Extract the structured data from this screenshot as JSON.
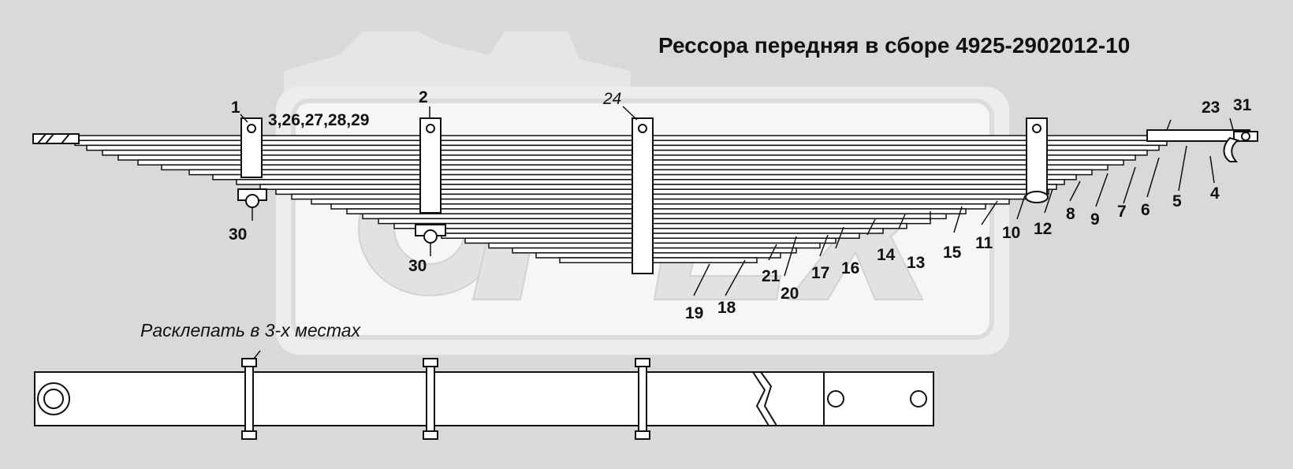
{
  "title": "Рессора передняя в сборе 4925-2902012-10",
  "note": "Расклепать в 3-х местах",
  "callouts": {
    "c1": "1",
    "c3_29": "3,26,27,28,29",
    "c2": "2",
    "c24": "24",
    "c23": "23",
    "c31": "31",
    "c4": "4",
    "c5": "5",
    "c6": "6",
    "c7": "7",
    "c9": "9",
    "c8": "8",
    "c12": "12",
    "c10": "10",
    "c11": "11",
    "c15": "15",
    "c13": "13",
    "c14": "14",
    "c16": "16",
    "c17": "17",
    "c20": "20",
    "c21": "21",
    "c18": "18",
    "c19": "19",
    "c30a": "30",
    "c30b": "30"
  },
  "watermark": "ОРЕХ",
  "colors": {
    "background": "#d9d9d9",
    "paper": "#ffffff",
    "line": "#111111",
    "watermark": "#c8c8c8"
  }
}
